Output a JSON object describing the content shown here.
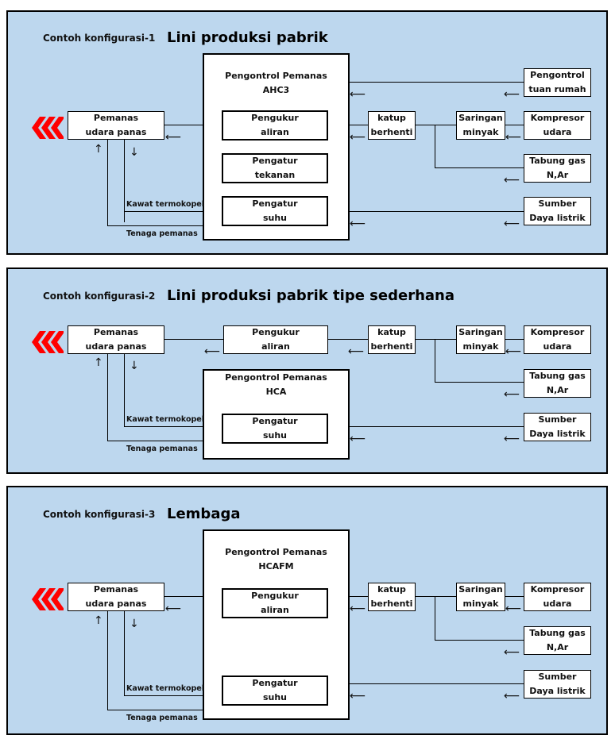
{
  "colors": {
    "panel_bg": "#bdd7ee",
    "chevron": "#ff0000",
    "border": "#000000"
  },
  "arrows": {
    "left": "⟵",
    "up": "↑",
    "down": "↓"
  },
  "panels": [
    {
      "config_label": "Contoh konfigurasi-1",
      "title": "Lini produksi pabrik",
      "heater": [
        "Pemanas",
        "udara panas"
      ],
      "controller": {
        "name": "Pengontrol Pemanas",
        "model": "AHC3"
      },
      "modules": [
        [
          "Pengukur",
          "aliran"
        ],
        [
          "Pengatur",
          "tekanan"
        ],
        [
          "Pengatur",
          "suhu"
        ]
      ],
      "host_controller": [
        "Pengontrol",
        "tuan rumah"
      ],
      "stop_valve": [
        "katup",
        "berhenti"
      ],
      "oil_filter": [
        "Saringan",
        "minyak"
      ],
      "compressor": [
        "Kompresor",
        "udara"
      ],
      "gas_cylinder": [
        "Tabung gas",
        "N,Ar"
      ],
      "power_source": [
        "Sumber",
        "Daya listrik"
      ],
      "thermocouple_label": "Kawat termokopel",
      "heater_power_label": "Tenaga pemanas"
    },
    {
      "config_label": "Contoh konfigurasi-2",
      "title": "Lini produksi pabrik tipe sederhana",
      "heater": [
        "Pemanas",
        "udara panas"
      ],
      "flow_meter": [
        "Pengukur",
        "aliran"
      ],
      "controller": {
        "name": "Pengontrol Pemanas",
        "model": "HCA"
      },
      "modules": [
        [
          "Pengatur",
          "suhu"
        ]
      ],
      "stop_valve": [
        "katup",
        "berhenti"
      ],
      "oil_filter": [
        "Saringan",
        "minyak"
      ],
      "compressor": [
        "Kompresor",
        "udara"
      ],
      "gas_cylinder": [
        "Tabung gas",
        "N,Ar"
      ],
      "power_source": [
        "Sumber",
        "Daya listrik"
      ],
      "thermocouple_label": "Kawat termokopel",
      "heater_power_label": "Tenaga pemanas"
    },
    {
      "config_label": "Contoh konfigurasi-3",
      "title": "Lembaga",
      "heater": [
        "Pemanas",
        "udara panas"
      ],
      "controller": {
        "name": "Pengontrol Pemanas",
        "model": "HCAFM"
      },
      "modules": [
        [
          "Pengukur",
          "aliran"
        ],
        [
          "Pengatur",
          "suhu"
        ]
      ],
      "stop_valve": [
        "katup",
        "berhenti"
      ],
      "oil_filter": [
        "Saringan",
        "minyak"
      ],
      "compressor": [
        "Kompresor",
        "udara"
      ],
      "gas_cylinder": [
        "Tabung gas",
        "N,Ar"
      ],
      "power_source": [
        "Sumber",
        "Daya listrik"
      ],
      "thermocouple_label": "Kawat termokopel",
      "heater_power_label": "Tenaga pemanas"
    }
  ]
}
